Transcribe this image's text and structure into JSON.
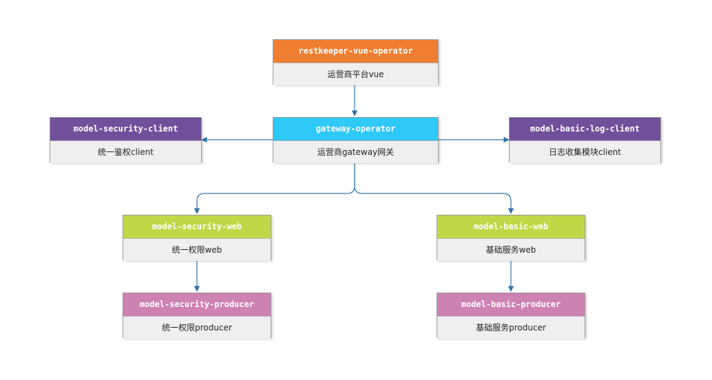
{
  "colors": {
    "orange": "#ef7e32",
    "cyan": "#2ec9f7",
    "purple": "#71509b",
    "green": "#c0d847",
    "pink": "#ce81b3",
    "edge": "#3272a7"
  },
  "nodes": {
    "vue_operator": {
      "title": "restkeeper-vue-operator",
      "desc": "运营商平台vue"
    },
    "gateway_operator": {
      "title": "gateway-operator",
      "desc": "运营商gateway网关"
    },
    "security_client": {
      "title": "model-security-client",
      "desc": "统一鉴权client"
    },
    "basic_log_client": {
      "title": "model-basic-log-client",
      "desc": "日志收集模块client"
    },
    "security_web": {
      "title": "model-security-web",
      "desc": "统一权限web"
    },
    "basic_web": {
      "title": "model-basic-web",
      "desc": "基础服务web"
    },
    "security_producer": {
      "title": "model-security-producer",
      "desc": "统一权限producer"
    },
    "basic_producer": {
      "title": "model-basic-producer",
      "desc": "基础服务producer"
    }
  }
}
